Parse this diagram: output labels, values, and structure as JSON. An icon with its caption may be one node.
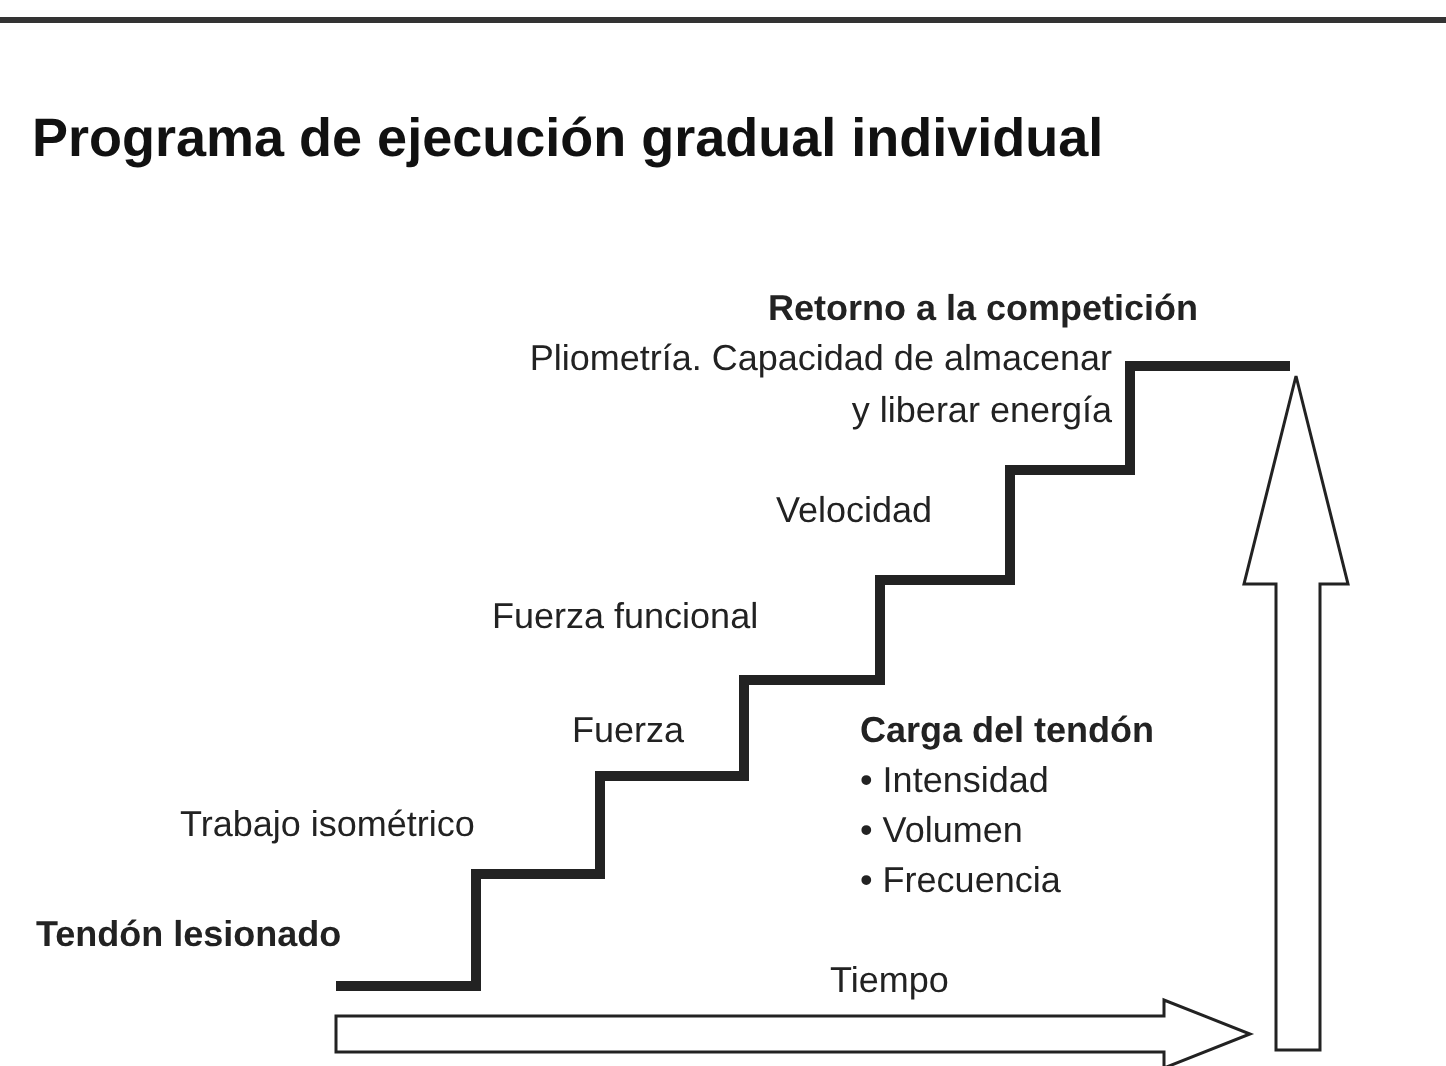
{
  "diagram": {
    "title": "Programa de ejecución gradual individual",
    "labels": [
      "Retorno a la competición",
      "Pliometría. Capacidad de almacenar y liberar energía",
      "Velocidad",
      "Fuerza funcional",
      "Fuerza",
      "Carga del tendón",
      "• Intensidad",
      "• Volumen",
      "• Frecuencia",
      "Trabajo isométrico",
      "Tendón lesionado",
      "Tiempo"
    ]
  }
}
